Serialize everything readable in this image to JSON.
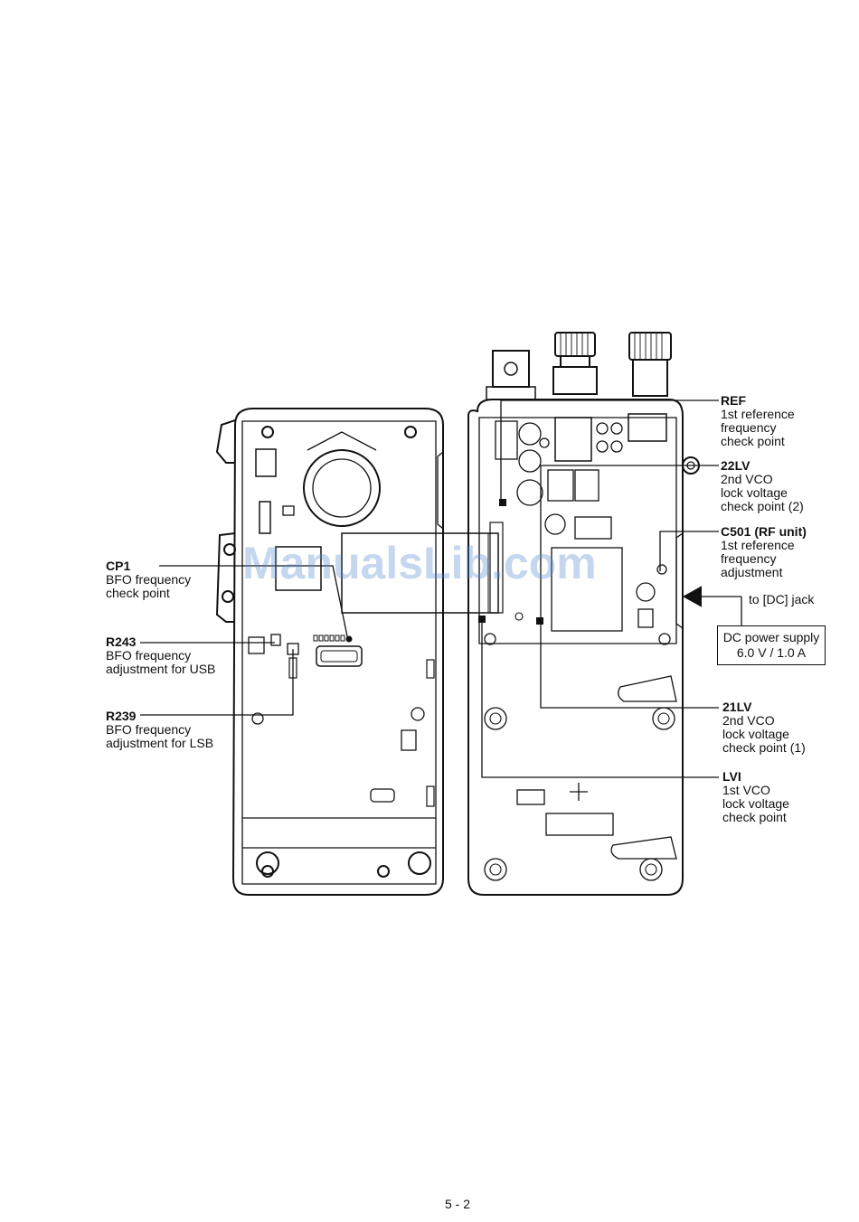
{
  "watermark": "ManualsLib.com",
  "labels": {
    "cp1": {
      "name": "CP1",
      "line1": "BFO frequency",
      "line2": "check point"
    },
    "r243": {
      "name": "R243",
      "line1": "BFO frequency",
      "line2": "adjustment for USB"
    },
    "r239": {
      "name": "R239",
      "line1": "BFO frequency",
      "line2": "adjustment for LSB"
    },
    "ref": {
      "name": "REF",
      "line1": "1st reference",
      "line2": "frequency",
      "line3": "check point"
    },
    "lv22": {
      "name": "22LV",
      "line1": "2nd VCO",
      "line2": "lock voltage",
      "line3": "check point (2)"
    },
    "c501": {
      "name": "C501 (RF unit)",
      "line1": "1st reference",
      "line2": "frequency",
      "line3": "adjustment"
    },
    "lv21": {
      "name": "21LV",
      "line1": "2nd VCO",
      "line2": "lock voltage",
      "line3": "check point (1)"
    },
    "lvi": {
      "name": "LVI",
      "line1": "1st VCO",
      "line2": "lock voltage",
      "line3": "check point"
    }
  },
  "dc_jack": "to [DC] jack",
  "dc_supply": {
    "line1": "DC power supply",
    "line2": "6.0 V / 1.0 A"
  },
  "page_number": "5 - 2"
}
